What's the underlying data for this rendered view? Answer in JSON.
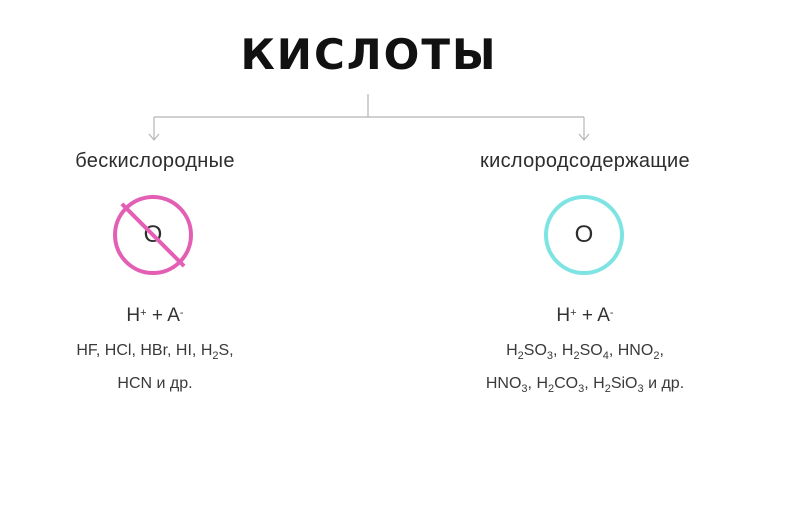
{
  "title": "КИСЛОТЫ",
  "colors": {
    "line": "#b5b5b5",
    "oxygen_free_circle": "#e35fb4",
    "oxygen_containing_circle": "#7de3e3"
  },
  "left": {
    "label": "бескислородные",
    "circle_letter": "O",
    "circle_icon": "no-oxygen-icon",
    "ions": {
      "h": "H",
      "h_charge": "+",
      "plus": "+",
      "a": "A",
      "a_charge": "-"
    },
    "line1": [
      "HF, HCl, HBr, HI, H",
      "2",
      "S,"
    ],
    "line2": "HCN и др."
  },
  "right": {
    "label": "кислородсодержащие",
    "circle_letter": "O",
    "circle_icon": "oxygen-icon",
    "ions": {
      "h": "H",
      "h_charge": "+",
      "plus": "+",
      "a": "A",
      "a_charge": "-"
    },
    "line1": [
      "H",
      "2",
      "SO",
      "3",
      ", H",
      "2",
      "SO",
      "4",
      ", HNO",
      "2",
      ","
    ],
    "line2": [
      "HNO",
      "3",
      ", H",
      "2",
      "CO",
      "3",
      ", H",
      "2",
      "SiO",
      "3",
      " и др."
    ]
  }
}
